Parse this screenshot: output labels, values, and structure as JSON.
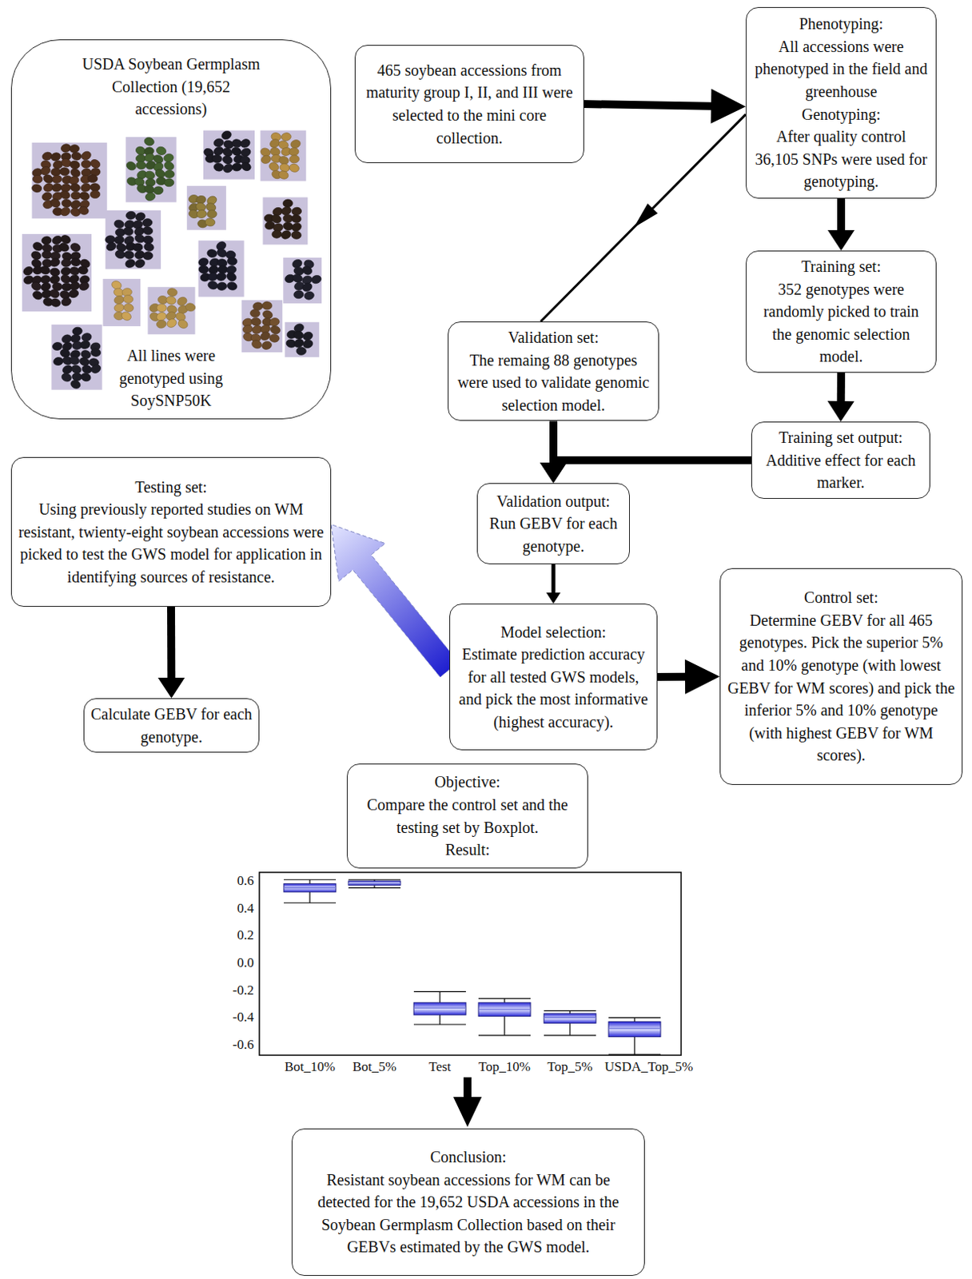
{
  "diagram": {
    "nodes": [
      {
        "text": [
          "USDA Soybean Germplasm Collection (19,652 accessions)",
          "All lines were genotyped using SoySNP50K"
        ]
      },
      {
        "text": [
          "465 soybean accessions from maturity group I, II, and III were selected to the mini core collection."
        ]
      },
      {
        "text": [
          "Phenotyping:",
          "All accessions were phenotyped in the field and greenhouse",
          "Genotyping:",
          "After quality control 36,105 SNPs were used for genotyping."
        ]
      },
      {
        "text": [
          "Training set:",
          "352 genotypes were randomly picked to train the genomic selection model."
        ]
      },
      {
        "text": [
          "Validation set:",
          "The remaing 88 genotypes were used to validate genomic selection model."
        ]
      },
      {
        "text": [
          "Training set output:",
          "Additive effect for each marker."
        ]
      },
      {
        "text": [
          "Validation output:",
          "Run GEBV for each genotype."
        ]
      },
      {
        "text": [
          "Testing set:",
          "Using previously reported studies on WM resistant, twienty-eight soybean accessions were picked to test the GWS model for application in identifying sources of resistance."
        ]
      },
      {
        "text": [
          "Calculate GEBV for each genotype."
        ]
      },
      {
        "text": [
          "Model selection:",
          "Estimate prediction accuracy for all tested GWS models, and pick the most informative (highest accuracy)."
        ]
      },
      {
        "text": [
          "Control set:",
          "Determine GEBV for all 465 genotypes. Pick the superior 5% and 10% genotype (with lowest GEBV for WM scores) and pick the inferior 5% and 10% genotype (with highest GEBV for WM scores)."
        ]
      },
      {
        "text": [
          "Objective:",
          "Compare the control set and the testing set by Boxplot.",
          "Result:"
        ]
      },
      {
        "text": [
          "Conclusion:",
          "Resistant soybean accessions for WM can be detected for the 19,652 USDA accessions in the Soybean Germplasm Collection based on their GEBVs estimated by the GWS model."
        ]
      }
    ],
    "edges": [
      {
        "from": 1,
        "to": 2,
        "arrow": "to"
      },
      {
        "from": 2,
        "to": 4,
        "arrow": "to"
      },
      {
        "from": 2,
        "to": 3,
        "arrow": "to"
      },
      {
        "from": 3,
        "to": 5,
        "arrow": "to"
      },
      {
        "from": 4,
        "to": 6,
        "arrow": "to"
      },
      {
        "from": 5,
        "to": 6,
        "arrow": "to"
      },
      {
        "from": 6,
        "to": 9,
        "arrow": "to"
      },
      {
        "from": 9,
        "to": 10,
        "arrow": "to"
      },
      {
        "from": 9,
        "to": 7,
        "arrow": "to"
      },
      {
        "from": 7,
        "to": 8,
        "arrow": "to"
      }
    ],
    "labels": [
      "0.6",
      "0.4",
      "0.2",
      "0.0",
      "-0.2",
      "-0.4",
      "-0.6",
      "Bot_10%",
      "Bot_5%",
      "Test",
      "Top_10%",
      "Top_5%",
      "USDA_Top_5%"
    ]
  }
}
